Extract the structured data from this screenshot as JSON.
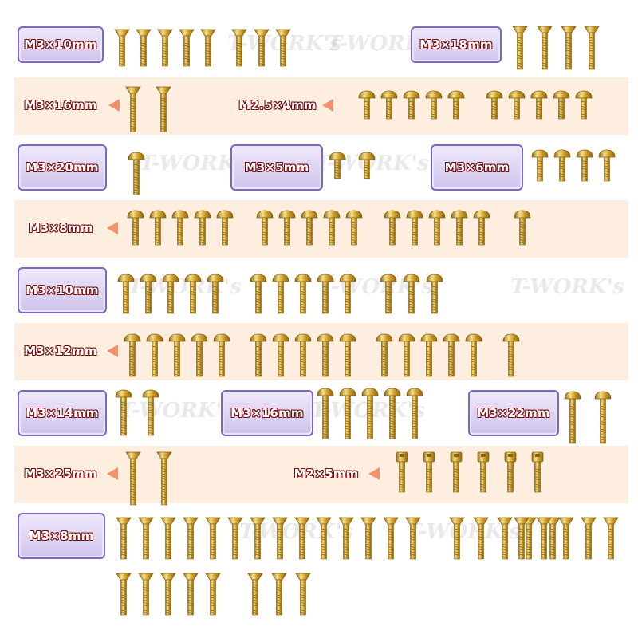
{
  "watermark": "T-WORK's",
  "colors": {
    "band": "#fdeee0",
    "label_box": "#cfc3ec",
    "label_border": "#7d66c4",
    "arrow": "#f0916b",
    "gold_light": "#f6e08a",
    "gold": "#d4a431",
    "gold_dark": "#8a6512"
  },
  "icons": {
    "arrow": "left-pointing-triangle-icon",
    "screw_button": "button-head-screw-icon",
    "screw_flat": "flat-head-screw-icon",
    "screw_socket": "socket-head-screw-icon"
  },
  "labels": {
    "r1a": "M3×10mm",
    "r1b": "M3×18mm",
    "r2a": "M3×16mm",
    "r2b": "M2.5×4mm",
    "r3a": "M3×20mm",
    "r3b": "M3×5mm",
    "r3c": "M3×6mm",
    "r4a": "M3×8mm",
    "r5a": "M3×10mm",
    "r6a": "M3×12mm",
    "r7a": "M3×14mm",
    "r7b": "M3×16mm",
    "r7c": "M3×22mm",
    "r8a": "M3×25mm",
    "r8b": "M2×5mm",
    "r9a": "M3×8mm"
  }
}
